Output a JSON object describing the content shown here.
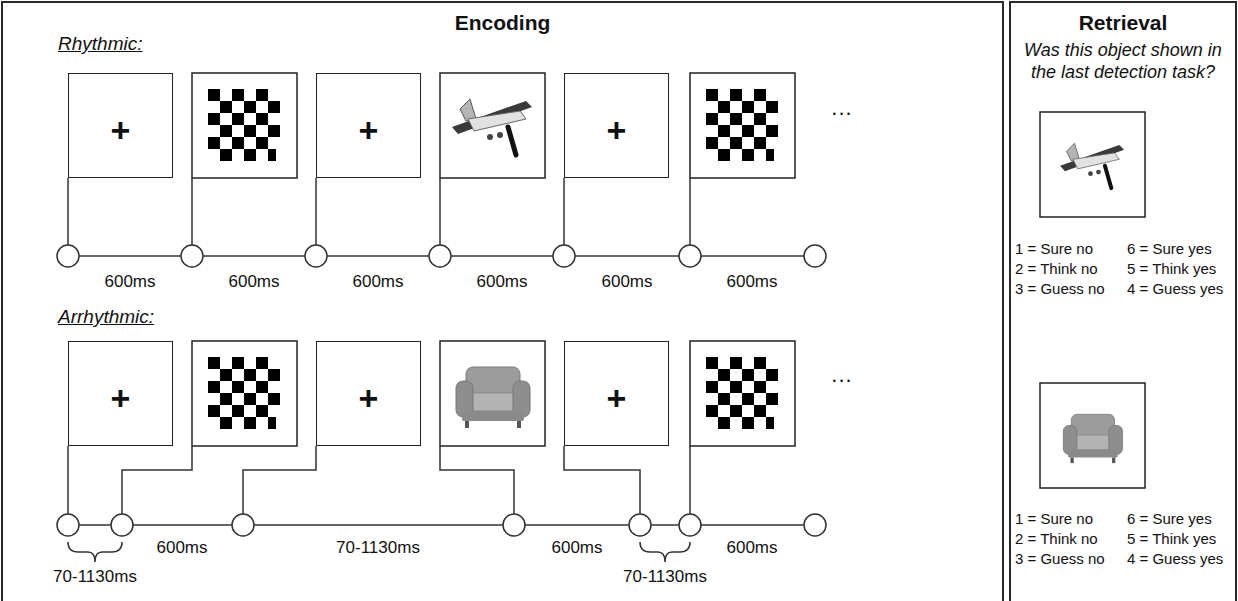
{
  "diagram": {
    "nodes": [
      {
        "text": [
          "Encoding"
        ]
      },
      {
        "text": [
          "+"
        ],
        "in": 0
      },
      {
        "text": [
          "+"
        ],
        "in": 0
      },
      {
        "text": [
          "+"
        ],
        "in": 0
      },
      {
        "text": [
          "+"
        ],
        "in": 0
      },
      {
        "text": [
          "+"
        ],
        "in": 0
      },
      {
        "text": [
          "+"
        ],
        "in": 0
      },
      {
        "text": [
          "Retrieval",
          "Was this object shown in the last detection task?"
        ]
      }
    ],
    "labels": [
      "Rhythmic:",
      "...",
      "600ms",
      "600ms",
      "600ms",
      "600ms",
      "600ms",
      "600ms",
      "Arrhythmic:",
      "...",
      "600ms",
      "70-1130ms",
      "600ms",
      "600ms",
      "70-1130ms",
      "70-1130ms",
      "1 = Sure no",
      "6 = Sure yes",
      "2 = Think no",
      "5 = Think yes",
      "3 = Guess no",
      "4 = Guess yes",
      "1 = Sure no",
      "6 = Sure yes",
      "2 = Think no",
      "5 = Think yes",
      "3 = Guess no",
      "4 = Guess yes"
    ]
  }
}
